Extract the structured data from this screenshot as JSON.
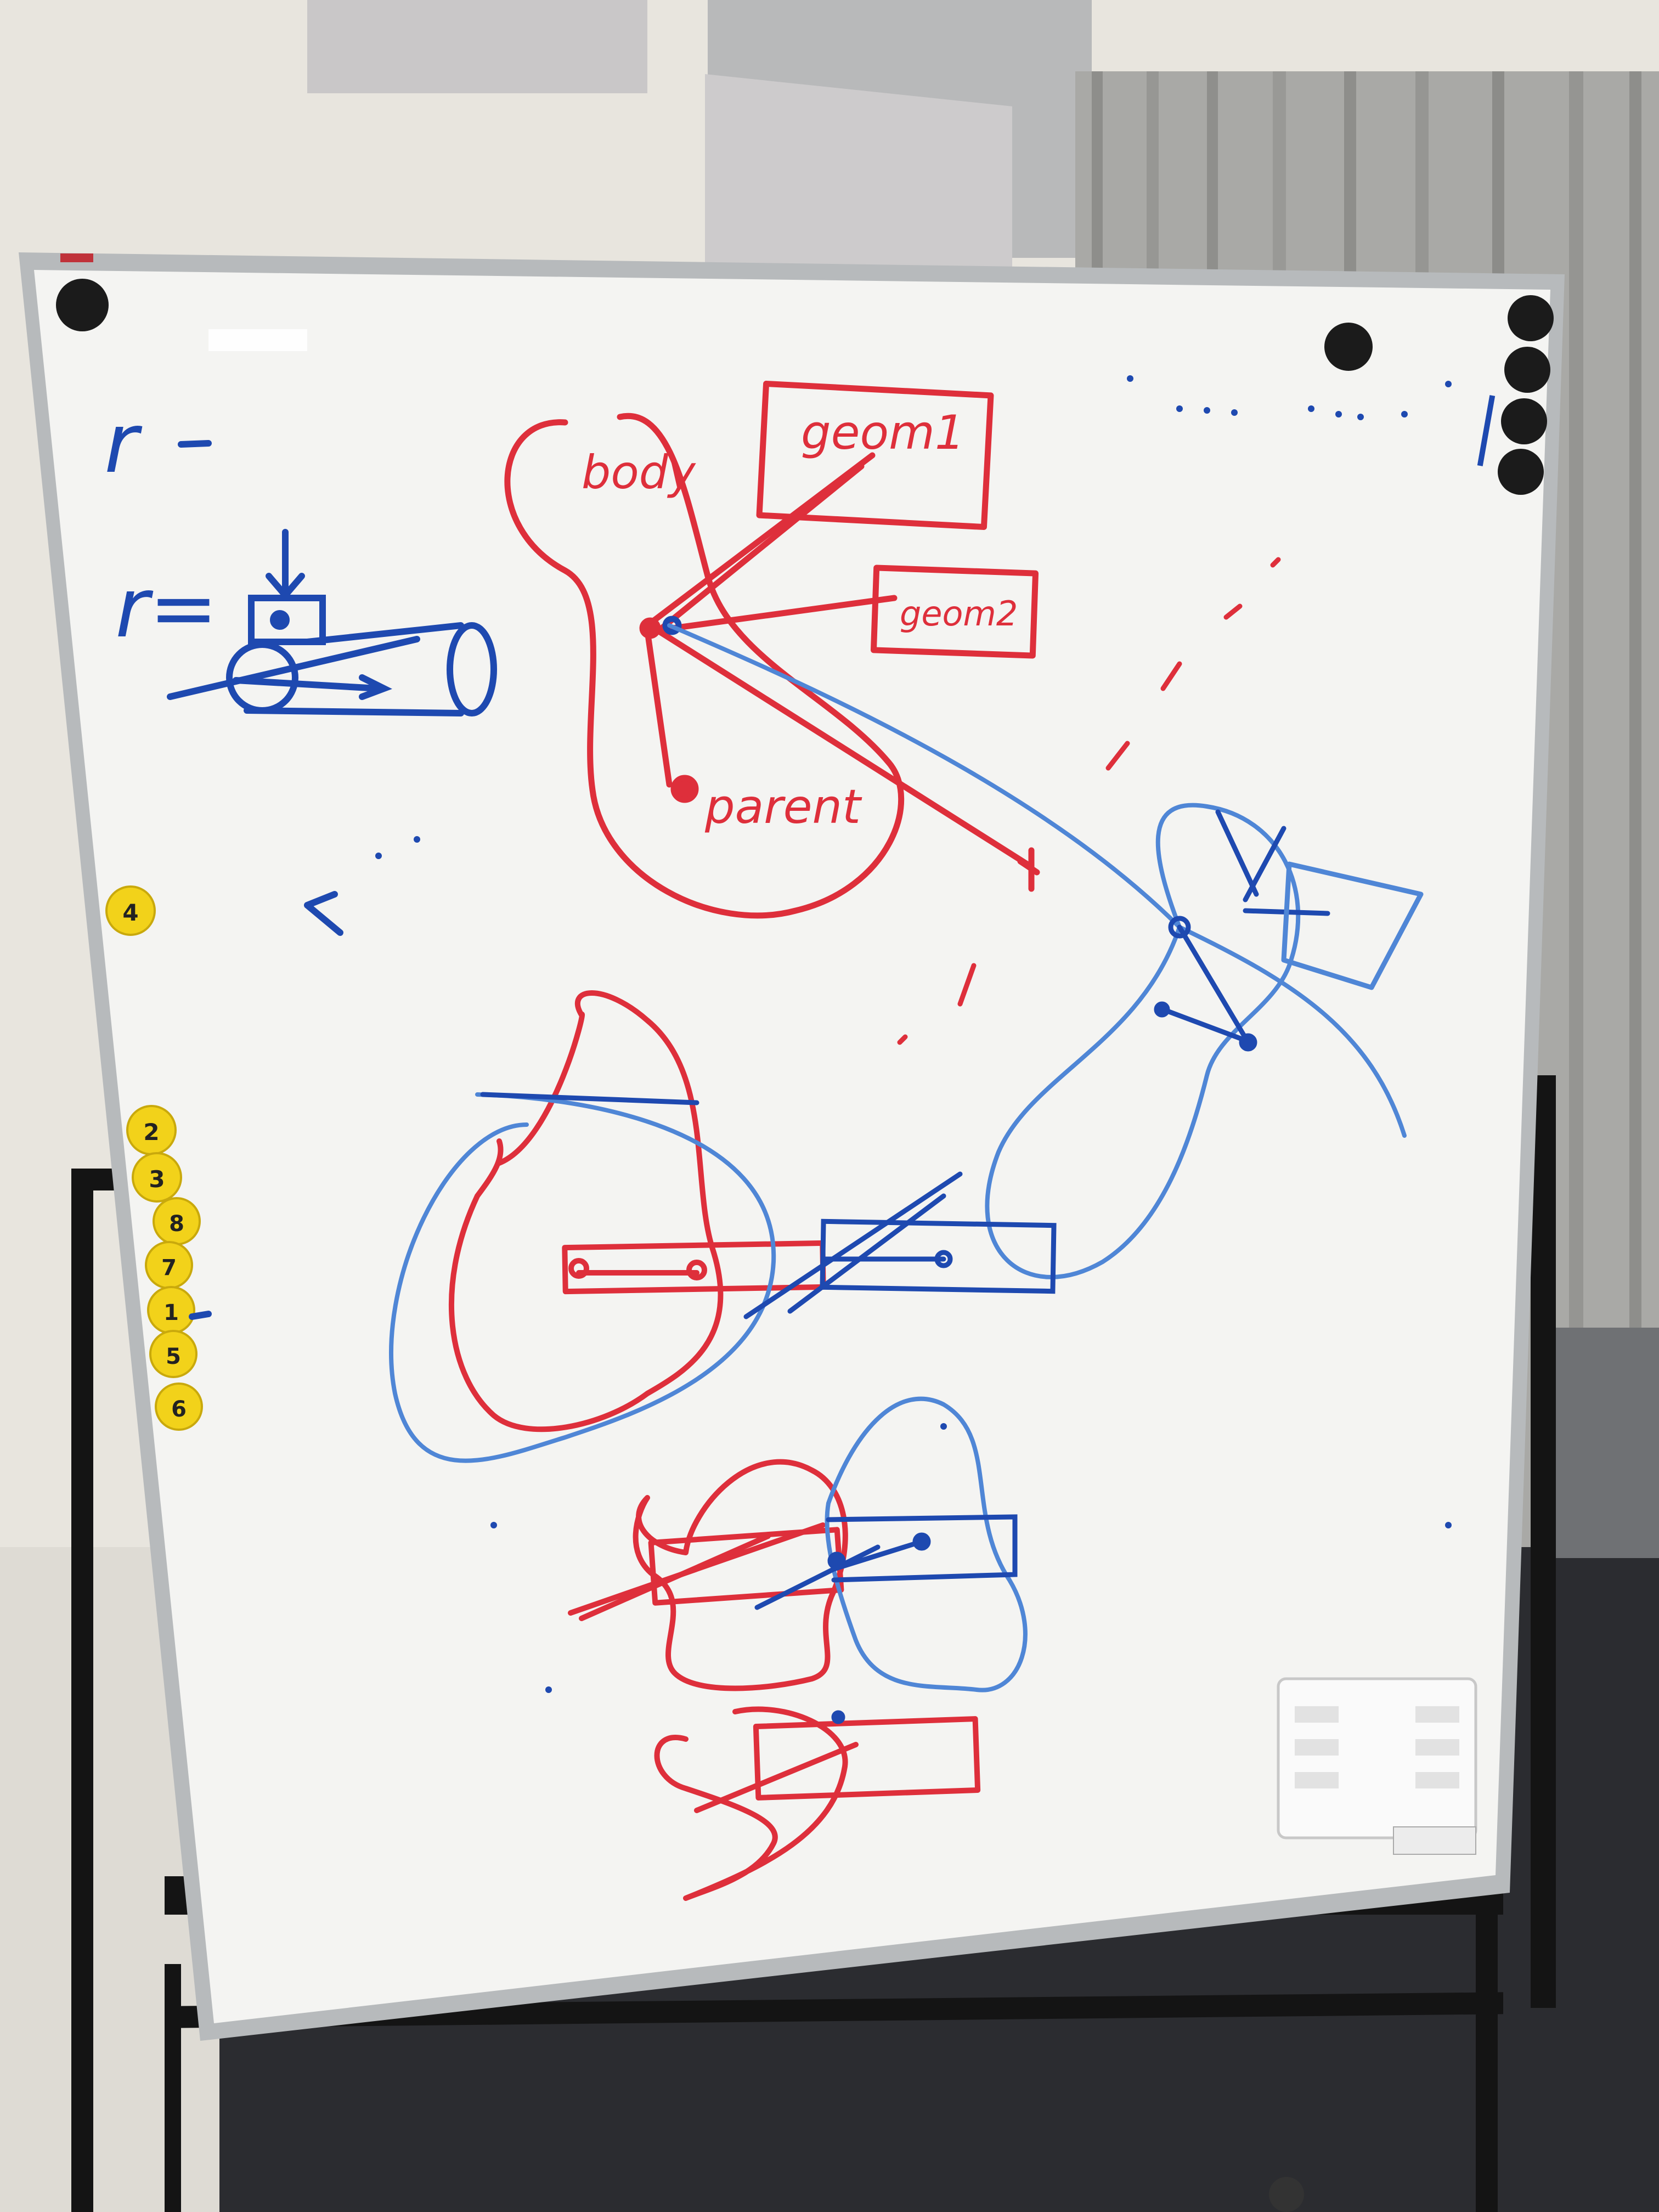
{
  "scene": {
    "description_free": true,
    "colors": {
      "wall": "#e9e6df",
      "curtain": "#a9a9a6",
      "floor": "#2a2b2e",
      "board_surface": "#f4f4f2",
      "board_frame": "#b9bcbe",
      "marker_red": "#de2f3b",
      "marker_blue": "#1e49b0",
      "marker_light_blue": "#4f86d6",
      "magnet_black": "#1a1a1a",
      "magnet_yellow": "#f2d21a"
    }
  },
  "whiteboard": {
    "labels": {
      "body": "body",
      "geom1": "geom1",
      "geom2": "geom2",
      "parent": "parent",
      "r_short": "r",
      "r_eq": "r="
    },
    "yellow_magnets": [
      "4",
      "2",
      "3",
      "8",
      "7",
      "1",
      "5",
      "6"
    ],
    "black_magnet_icons": [
      "magnet-icon",
      "magnet-icon",
      "magnet-icon",
      "magnet-icon",
      "magnet-icon",
      "magnet-icon"
    ],
    "tray_icon": "eraser-tray-icon"
  }
}
